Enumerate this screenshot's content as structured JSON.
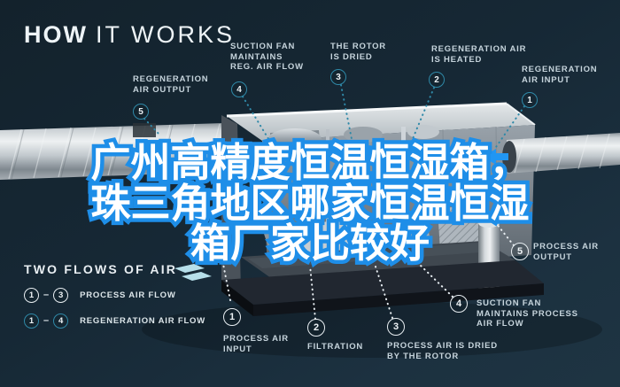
{
  "title": {
    "word1": "HOW",
    "word2": "IT WORKS"
  },
  "headline": {
    "line1": "广州高精度恒温恒湿箱，",
    "line2": "珠三角地区哪家恒温恒湿",
    "line3": "箱厂家比较好"
  },
  "callouts": {
    "top": [
      {
        "num": "5",
        "lines": [
          "REGENERATION",
          "AIR OUTPUT"
        ]
      },
      {
        "num": "4",
        "lines": [
          "SUCTION FAN",
          "MAINTAINS",
          "REG. AIR FLOW"
        ]
      },
      {
        "num": "3",
        "lines": [
          "THE ROTOR",
          "IS DRIED"
        ]
      },
      {
        "num": "2",
        "lines": [
          "REGENERATION AIR",
          "IS HEATED"
        ]
      },
      {
        "num": "1",
        "lines": [
          "REGENERATION",
          "AIR INPUT"
        ]
      }
    ],
    "bottom": [
      {
        "num": "1",
        "lines": [
          "PROCESS AIR",
          "INPUT"
        ]
      },
      {
        "num": "2",
        "lines": [
          "FILTRATION"
        ]
      },
      {
        "num": "3",
        "lines": [
          "PROCESS AIR IS DRIED",
          "BY THE ROTOR"
        ]
      },
      {
        "num": "4",
        "lines": [
          "SUCTION FAN",
          "MAINTAINS PROCESS",
          "AIR FLOW"
        ]
      },
      {
        "num": "5",
        "lines": [
          "PROCESS AIR",
          "OUTPUT"
        ]
      }
    ]
  },
  "legend": {
    "header": "TWO FLOWS OF AIR",
    "dash": "–",
    "rows": [
      {
        "from": "1",
        "to": "3",
        "label": "PROCESS AIR FLOW",
        "type": "process"
      },
      {
        "from": "1",
        "to": "4",
        "label": "REGENERATION AIR FLOW",
        "type": "regeneration"
      }
    ]
  },
  "colors": {
    "background": "#162835",
    "accent_teal": "#2f89a8",
    "process_marker": "#e8eef2",
    "headline_fill": "#ffffff",
    "headline_stroke": "#1e8ee8",
    "label_text": "#c6d4dc",
    "flow_arrow_blue": "#2196f3"
  }
}
